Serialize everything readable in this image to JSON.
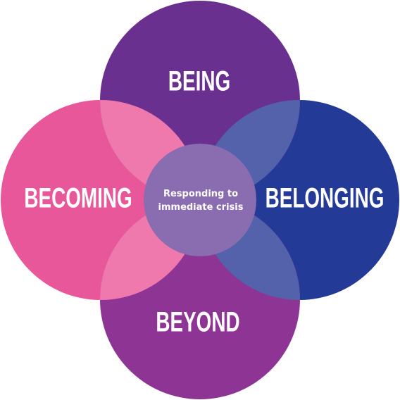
{
  "diagram": {
    "circles": {
      "being": {
        "label": "BEING",
        "color": "#6a3090"
      },
      "becoming": {
        "label": "BECOMING",
        "color": "#e8579a"
      },
      "belonging": {
        "label": "BELONGING",
        "color": "#243a97"
      },
      "beyond": {
        "label": "BEYOND",
        "color": "#8e3494"
      }
    },
    "overlap_colors": {
      "being_becoming": "#ef79ad",
      "being_belonging": "#5462ab",
      "becoming_beyond": "#ef79ad",
      "belonging_beyond": "#5462ab"
    },
    "center": {
      "line1": "Responding to",
      "line2": "immediate crisis",
      "color": "#8a6cb0"
    }
  }
}
